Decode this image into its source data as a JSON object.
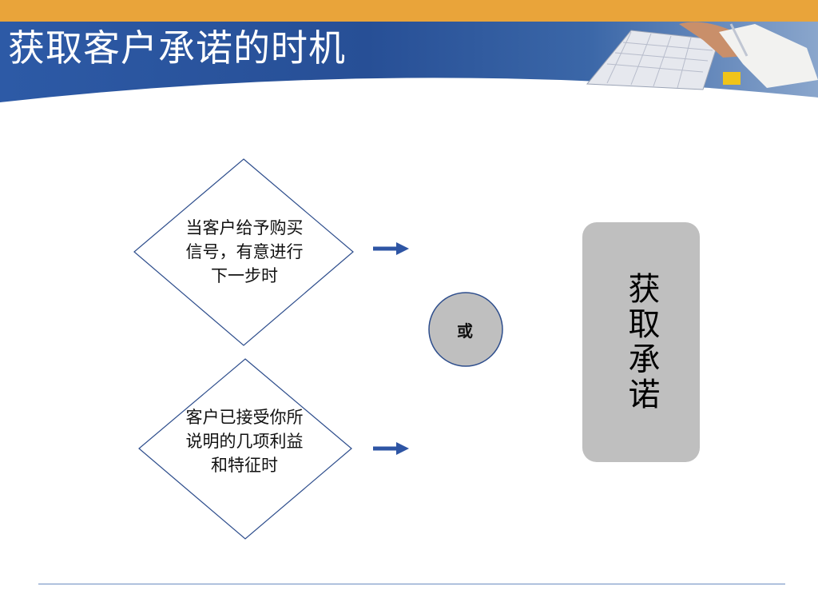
{
  "slide": {
    "title": "获取客户承诺的时机",
    "conditions": [
      "当客户给予购买信号，有意进行下一步时",
      "客户已接受你所说明的几项利益和特征时"
    ],
    "connector_label": "或",
    "result_label": "获取承诺"
  },
  "icons": {
    "arrow": "right-arrow-icon",
    "header_image": "keyboard-hand-photo"
  },
  "colors": {
    "header_gold": "#e9a43a",
    "header_blue": "#2d5aa6",
    "arrow_blue": "#2e55a4",
    "diamond_border": "#2d4d8c",
    "circle_fill": "#bfbfbf",
    "result_fill": "#bfbfbf",
    "footer_line": "#6a8cc0"
  }
}
